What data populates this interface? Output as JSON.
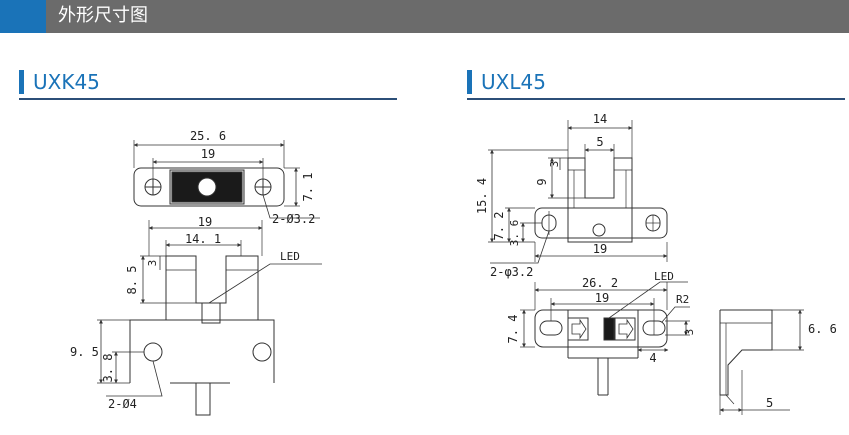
{
  "header": {
    "title": "外形尺寸图"
  },
  "models": [
    {
      "name": "UXK45",
      "dims": {
        "top_width_total": "25. 6",
        "top_hole_span": "19",
        "top_height": "7. 1",
        "top_holes": "2-Ø3.2",
        "front_width": "19",
        "front_gap": "14. 1",
        "front_arm": "8. 5",
        "front_step": "3",
        "front_height": "9. 5",
        "front_hole_h": "3. 8",
        "front_holes": "2-Ø4",
        "led": "LED"
      }
    },
    {
      "name": "UXL45",
      "dims": {
        "front_top": "14",
        "front_gap": "5",
        "front_height": "15. 4",
        "front_arm": "9",
        "front_step": "3",
        "front_base": "7. 2",
        "front_hole_h": "3. 6",
        "front_width": "19",
        "front_holes": "2-φ3.2",
        "led": "LED",
        "top_width_total": "26. 2",
        "top_hole_span": "19",
        "radius": "R2",
        "top_height": "7. 4",
        "top_inner": "3",
        "top_offset": "4",
        "side_height": "6. 6",
        "side_foot": "5"
      }
    }
  ]
}
